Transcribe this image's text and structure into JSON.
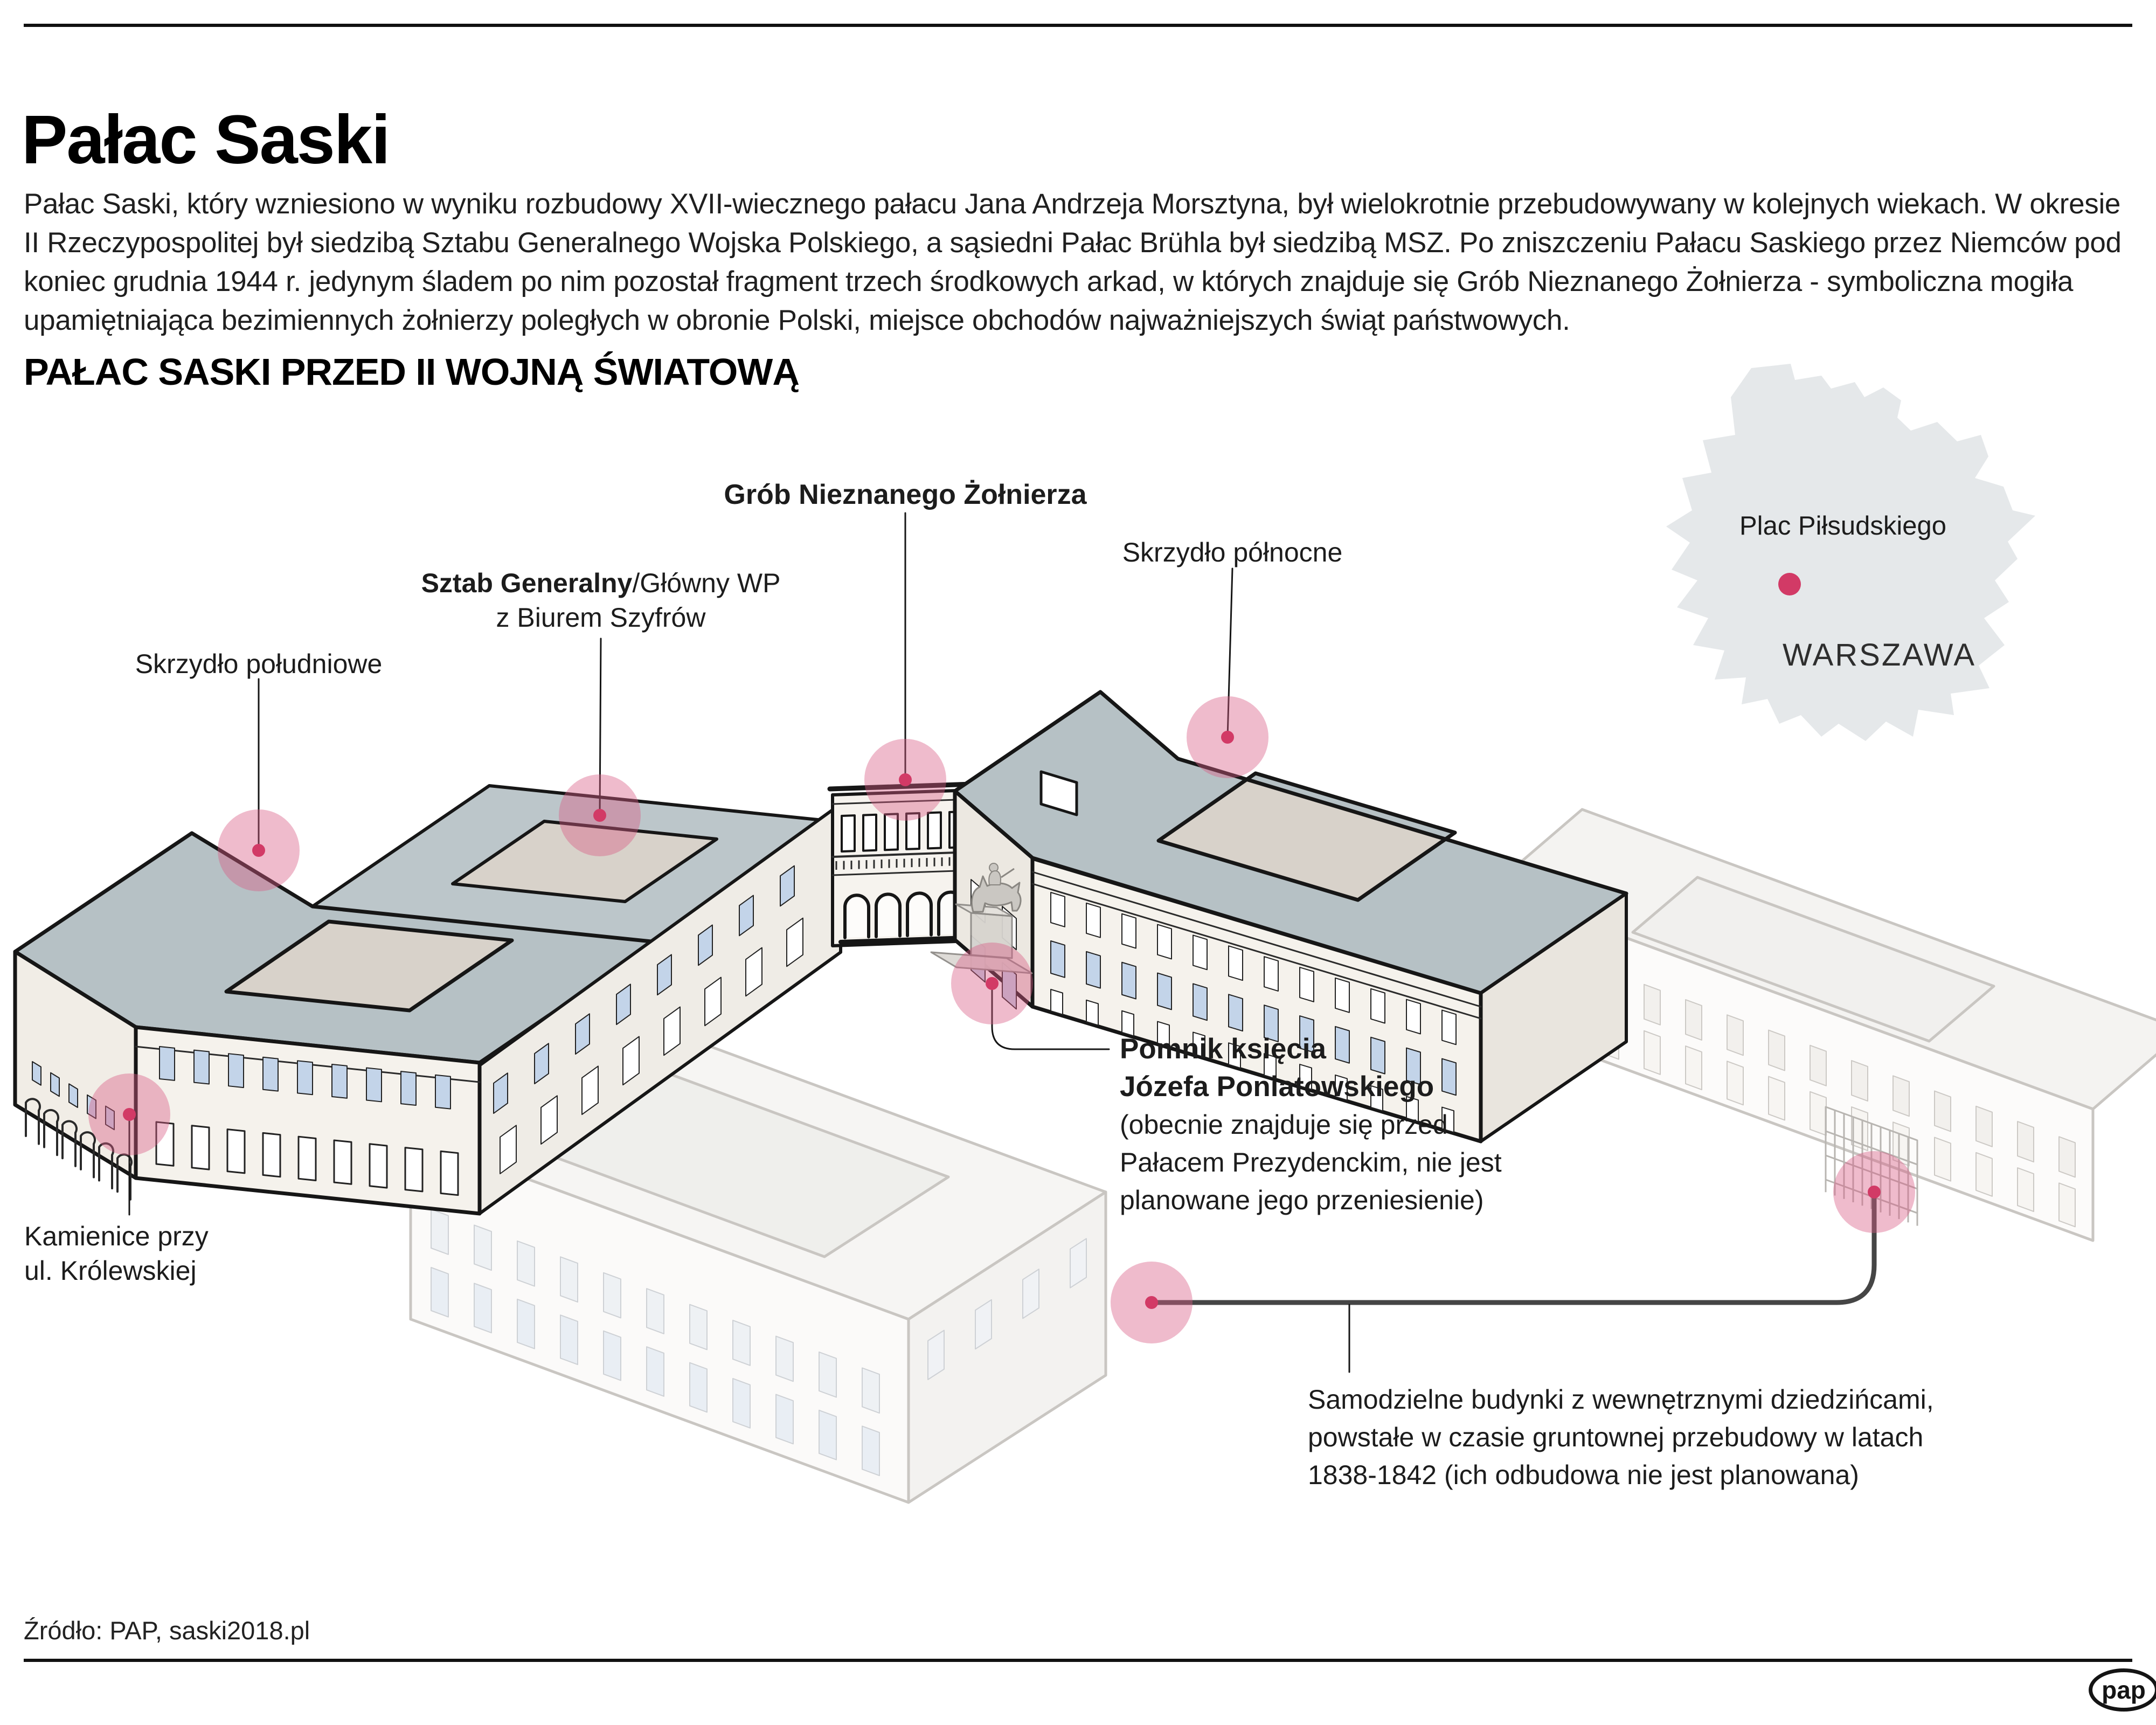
{
  "header": {
    "title": "Pałac Saski",
    "intro": "Pałac Saski, który wzniesiono w wyniku rozbudowy XVII-wiecznego pałacu Jana Andrzeja Morsztyna, był wielokrotnie przebudowywany w kolejnych wiekach. W okresie II Rzeczypospolitej był siedzibą Sztabu Generalnego Wojska Polskiego, a sąsiedni Pałac Brühla był siedzibą MSZ. Po zniszczeniu Pałacu Saskiego przez Niemców pod koniec grudnia 1944 r. jedynym śladem po nim pozostał fragment trzech środkowych arkad, w których znajduje się Grób Nieznanego Żołnierza - symboliczna mogiła upamiętniająca bezimiennych żołnierzy poległych w obronie Polski, miejsce obchodów najważniejszych świąt państwowych."
  },
  "section": {
    "heading": "PAŁAC SASKI PRZED II WOJNĄ ŚWIATOWĄ"
  },
  "map": {
    "place": "Plac Piłsudskiego",
    "city": "WARSZAWA"
  },
  "annotations": {
    "south_wing": {
      "label": "Skrzydło południowe"
    },
    "general_staff": {
      "bold": "Sztab Generalny",
      "rest": "/Główny WP",
      "line2": "z Biurem Szyfrów"
    },
    "tomb": {
      "label": "Grób Nieznanego Żołnierza"
    },
    "north_wing": {
      "label": "Skrzydło północne"
    },
    "tenements": {
      "line1": "Kamienice przy",
      "line2": "ul. Królewskiej"
    },
    "monument": {
      "bold1": "Pomnik księcia",
      "bold2": "Józefa Poniatowskiego",
      "line3": "(obecnie znajduje się przed",
      "line4": "Pałacem Prezydenckim, nie jest",
      "line5": "planowane jego przeniesienie)"
    },
    "independent_buildings": {
      "line1": "Samodzielne budynki z wewnętrznymi dziedzińcami,",
      "line2": "powstałe w czasie gruntownej przebudowy w latach",
      "line3": "1838-1842 (ich odbudowa nie jest planowana)"
    }
  },
  "footer": {
    "source": "Źródło: PAP, saski2018.pl",
    "logo_text": "pap"
  },
  "colors": {
    "marker_fill": "rgba(216,94,133,0.42)",
    "marker_dot": "#d23a66",
    "leader": "#161616",
    "leader_thick": "#454545",
    "roof": "#b6c1c5",
    "roof_rear": "#bcc6ca",
    "courtyard": "#d8d2ca",
    "facade": "#f5f2ec",
    "window_blue": "#c3d4e9",
    "faded_line": "#c9c6c2",
    "map_shape": "#e5e8ea"
  }
}
